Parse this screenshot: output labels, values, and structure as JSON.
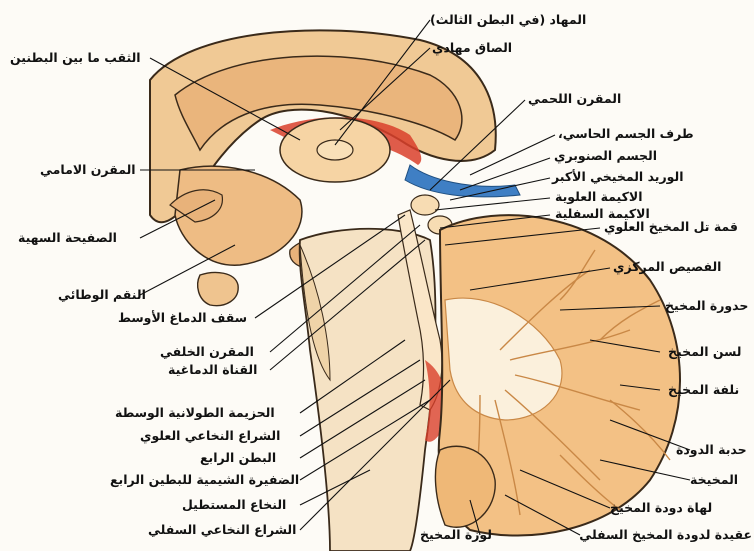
{
  "labels": {
    "top_title": "المهاد (في البطن الثالث)",
    "ependymal": "الصاق مهادي",
    "interthalamic": "الثقب ما بين البطنين",
    "posterior_commissure": "المقرن اللحمي",
    "anterior_commissure": "المقرن الامامي",
    "fornix_end": "طرف الجسم الحاسي،",
    "pineal": "الجسم الصنوبري",
    "great_vein": "الوريد المخيخي الأكبر",
    "superior_colliculus": "الاكيمة العلوية",
    "inferior_colliculus": "الاكيمة السفلية",
    "superior_peduncle": "قمة تل المخيخ العلوي",
    "central_lobule": "الفصيص المركزي",
    "culmen": "حدورة المخيخ",
    "declive": "لسن المخيخ",
    "folium": "نلفة المخيخ",
    "lamina_terminalis": "الصفيحة السهية",
    "optic_chiasm": "النقم الوطائي",
    "tectum_roof": "سقف الدماغ الأوسط",
    "tuber": "حدبة الدودة",
    "pyramis": "المخيخة",
    "posterior_commissure_2": "المقرن الخلفي",
    "aqueduct": "القناة الدماغية",
    "medial_longitudinal": "الحزيمة الطولانية الوسطة",
    "sup_medullary": "الشراع النخاعي العلوي",
    "fourth_ventricle": "البطن الرابع",
    "choroid_plexus": "الضفيرة الشيمية للبطين الرابع",
    "uvula": "لهاة دودة المخيخ",
    "medulla": "النخاع المستطيل",
    "nodule": "عقيدة لدودة المخيخ السفلي",
    "tonsil": "لوزة المخيخ",
    "inf_medullary": "الشراع النخاعي السفلي"
  },
  "colors": {
    "outline": "#3a2a1a",
    "tissue": "#f0c995",
    "tissue_dark": "#e3ad72",
    "ventricle": "#fae6c8",
    "vessel_red": "#d9402b",
    "vessel_blue": "#3f7fc4",
    "brainstem": "#f5e2c4",
    "cerebellum": "#f3c185",
    "arbor": "#c98846"
  }
}
